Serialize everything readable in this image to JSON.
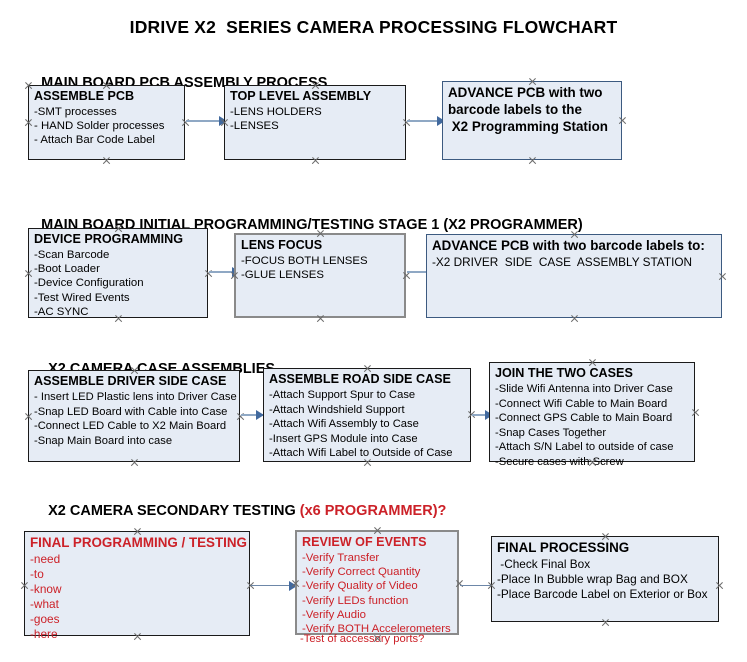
{
  "document": {
    "title": "IDRIVE X2  SERIES CAMERA PROCESSING FLOWCHART"
  },
  "colors": {
    "box_fill": "#e6ecf5",
    "border_dark": "#1a1a1a",
    "border_blue": "#3c5a80",
    "border_gray": "#8a8a8a",
    "accent_red": "#cc2128",
    "connector": "#8fa8c4",
    "arrowhead": "#41699e"
  },
  "sections": [
    {
      "id": "pcb-assembly",
      "heading": "MAIN BOARD PCB ASSEMBLY PROCESS",
      "heading_accent": "",
      "nodes": [
        {
          "id": "assemble-pcb",
          "title": "ASSEMBLE PCB",
          "lines": [
            "-SMT processes",
            "- HAND Solder processes",
            "- Attach Bar Code Label"
          ]
        },
        {
          "id": "top-level-assembly",
          "title": "TOP LEVEL ASSEMBLY",
          "lines": [
            "-LENS HOLDERS",
            "-LENSES"
          ]
        },
        {
          "id": "advance-pcb-station",
          "title": "ADVANCE PCB with two",
          "lines": [
            "barcode labels to the",
            " X2 Programming Station"
          ]
        }
      ]
    },
    {
      "id": "initial-programming",
      "heading": "MAIN BOARD INITIAL PROGRAMMING/TESTING STAGE 1 (X2 PROGRAMMER)",
      "heading_accent": "",
      "nodes": [
        {
          "id": "device-programming",
          "title": "DEVICE PROGRAMMING",
          "lines": [
            "-Scan Barcode",
            "-Boot Loader",
            "-Device Configuration",
            "-Test Wired Events",
            "-AC SYNC"
          ]
        },
        {
          "id": "lens-focus",
          "title": "LENS FOCUS",
          "lines": [
            "-FOCUS BOTH LENSES",
            "-GLUE LENSES"
          ]
        },
        {
          "id": "advance-pcb-driver-side",
          "title": "ADVANCE PCB with two barcode labels to:",
          "lines": [
            "-X2 DRIVER  SIDE  CASE  ASSEMBLY STATION"
          ]
        }
      ]
    },
    {
      "id": "case-assemblies",
      "heading": "X2 CAMERA CASE ASSEMBLIES",
      "heading_accent": "",
      "nodes": [
        {
          "id": "assemble-driver-side-case",
          "title": "ASSEMBLE DRIVER SIDE CASE",
          "lines": [
            "- Insert LED Plastic lens into Driver Case",
            "-Snap LED Board with Cable into Case",
            "-Connect LED Cable to X2 Main Board",
            "-Snap Main Board into case"
          ]
        },
        {
          "id": "assemble-road-side-case",
          "title": "ASSEMBLE ROAD SIDE CASE",
          "lines": [
            "-Attach Support Spur to Case",
            "-Attach Windshield Support",
            "-Attach Wifi Assembly to Case",
            "-Insert GPS Module into Case",
            "-Attach Wifi Label to Outside of Case"
          ]
        },
        {
          "id": "join-the-two-cases",
          "title": "JOIN THE TWO CASES",
          "lines": [
            "-Slide Wifi Antenna into Driver Case",
            "-Connect Wifi Cable to Main Board",
            "-Connect GPS Cable to Main Board",
            "-Snap Cases Together",
            "-Attach S/N Label to outside of case",
            "-Secure cases with Screw"
          ]
        }
      ]
    },
    {
      "id": "secondary-testing",
      "heading": "X2 CAMERA SECONDARY TESTING ",
      "heading_accent": "(x6 PROGRAMMER)?",
      "nodes": [
        {
          "id": "final-programming-testing",
          "title": "FINAL PROGRAMMING / TESTING",
          "lines": [
            "-need",
            "-to",
            "-know",
            "-what",
            "-goes",
            "-here"
          ]
        },
        {
          "id": "review-of-events",
          "title": "REVIEW OF EVENTS",
          "lines": [
            "-Verify Transfer",
            "-Verify Correct Quantity",
            "-Verify Quality of Video",
            "-Verify LEDs function",
            "-Verify Audio",
            "-Verify BOTH Accelerometers"
          ],
          "overflow_line": "-Test of accessory ports?"
        },
        {
          "id": "final-processing",
          "title": "FINAL PROCESSING",
          "lines": [
            " -Check Final Box",
            "-Place In Bubble wrap Bag and BOX",
            "-Place Barcode Label on Exterior or Box"
          ]
        }
      ]
    }
  ]
}
